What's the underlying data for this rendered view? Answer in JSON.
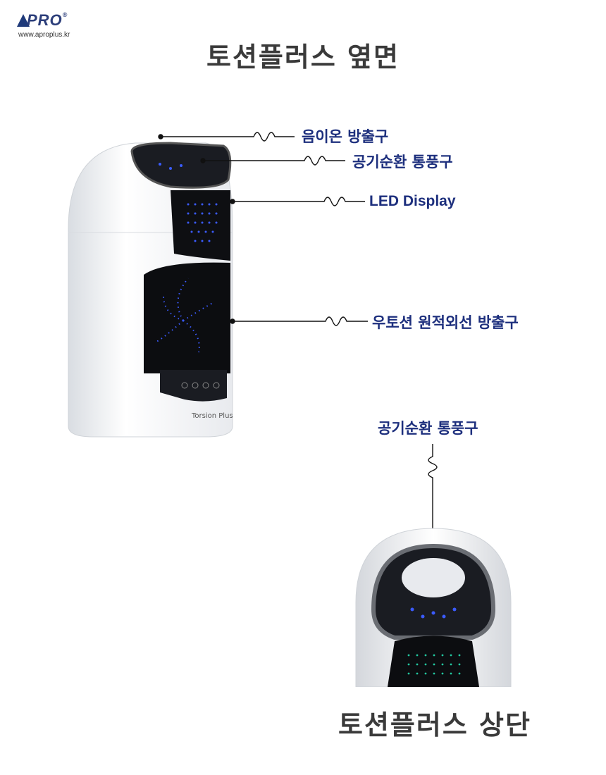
{
  "brand": {
    "mark": "PRO",
    "url": "www.aproplus.kr"
  },
  "titles": {
    "side": "토션플러스 옆면",
    "top": "토션플러스 상단"
  },
  "callouts": {
    "anion": "음이온 방출구",
    "air_circulation": "공기순환 통풍구",
    "led": "LED  Display",
    "uv": "우토션 원적외선 방출구",
    "air_circulation_top": "공기순환 통풍구"
  },
  "device": {
    "model": "Torsion Plus"
  }
}
